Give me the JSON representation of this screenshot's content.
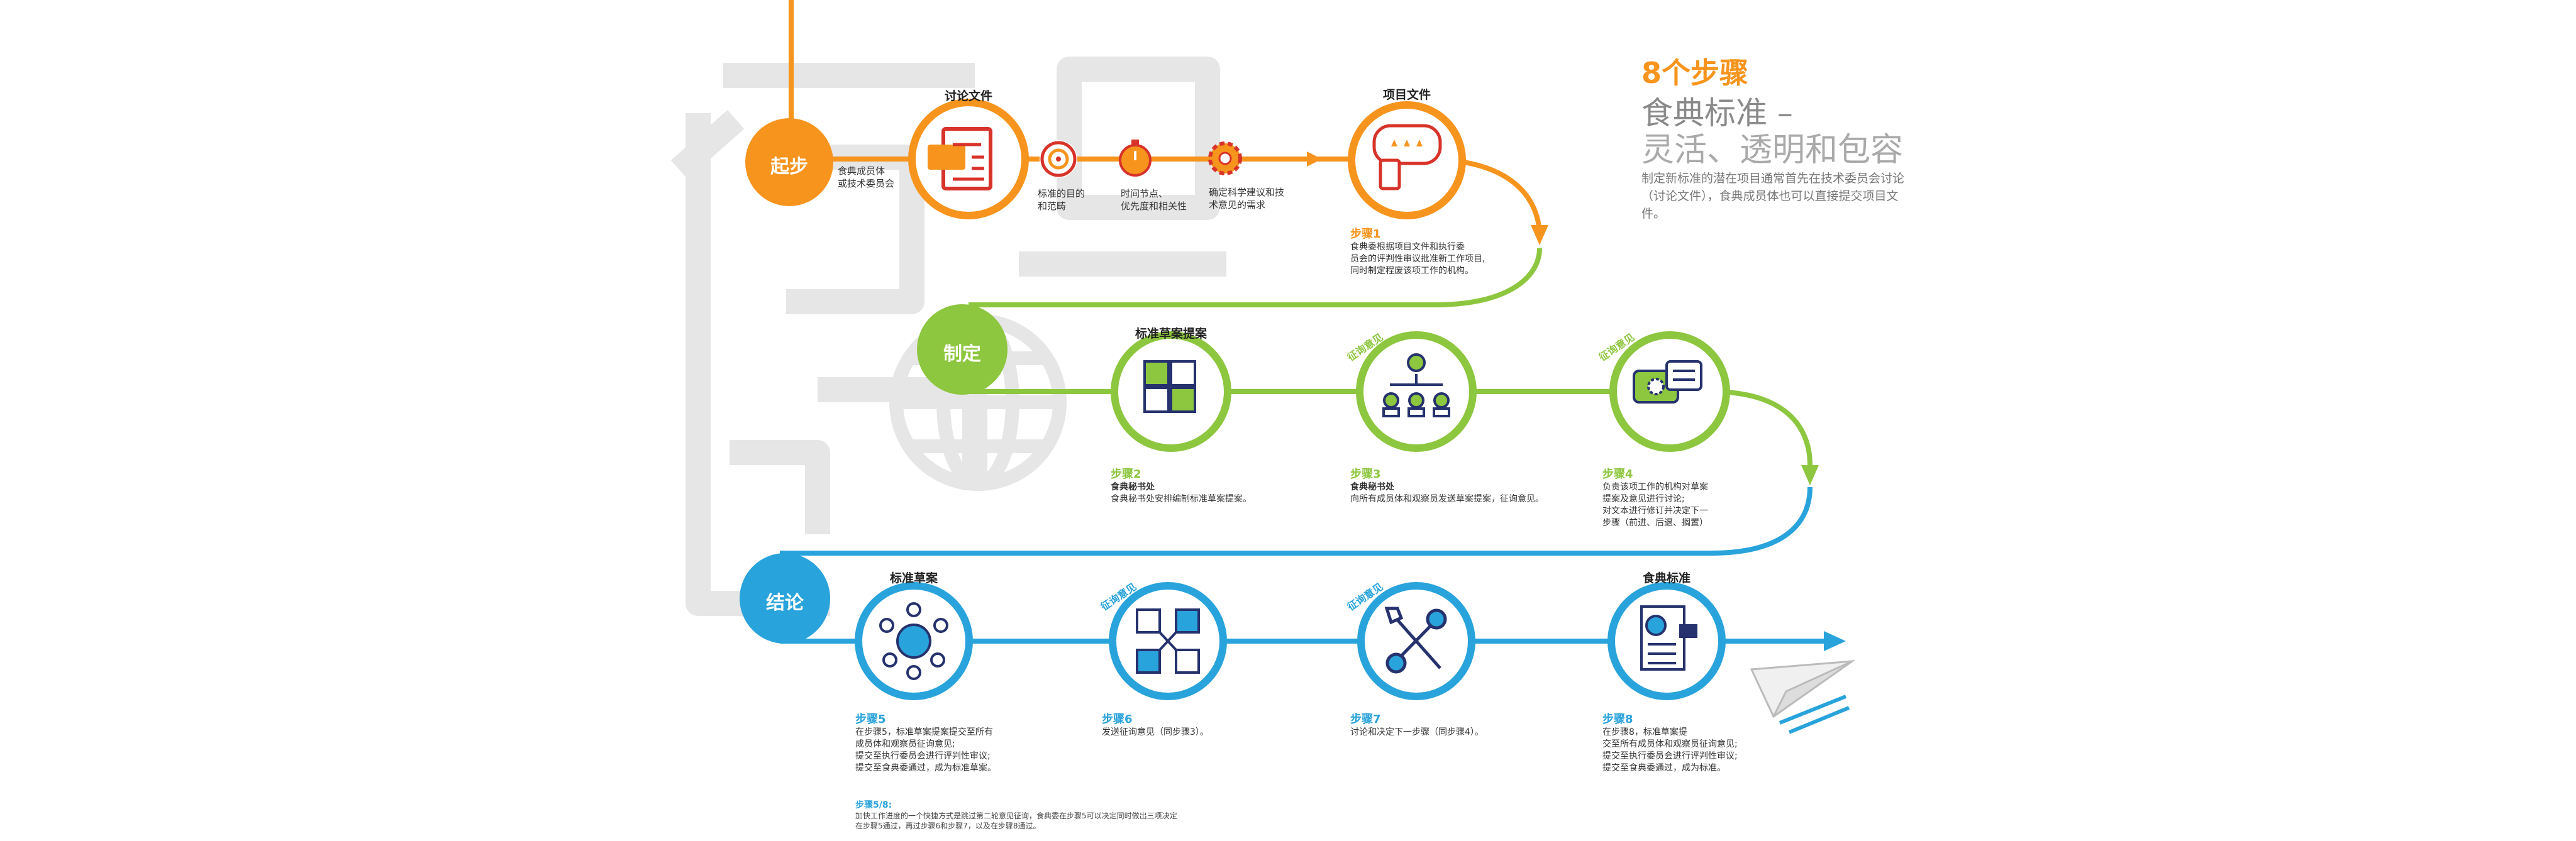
{
  "header": {
    "count": "8个步骤",
    "title": "食典标准 –",
    "subtitle": "灵活、透明和包容",
    "description": "制定新标准的潜在项目通常首先在技术委员会讨论（讨论文件），食典成员体也可以直接提交项目文件。"
  },
  "stages": {
    "start": "起步",
    "develop": "制定",
    "conclude": "结论"
  },
  "row1": {
    "origin_label": [
      "食典成员体",
      "或技术委员会"
    ],
    "discussion_title": "讨论文件",
    "target_label": [
      "标准的目的",
      "和范畴"
    ],
    "timer_label": [
      "时间节点、",
      "优先度和相关性"
    ],
    "gear_label": [
      "确定科学建议和技",
      "术意见的需求"
    ],
    "project_title": "项目文件"
  },
  "steps": {
    "s1": {
      "head": "步骤1",
      "lines": [
        "食典委根据项目文件和执行委",
        "员会的评判性审议批准新工作项目,",
        "同时制定程废该项工作的机构。"
      ]
    },
    "s2": {
      "tag": "标准草案提案",
      "head": "步骤2",
      "lines": [
        "食典秘书处",
        "食典秘书处安排编制标准草案提案。"
      ]
    },
    "s3": {
      "tag": "征询意见",
      "head": "步骤3",
      "lines": [
        "食典秘书处",
        "向所有成员体和观察员发送草案提案，征询意见。"
      ]
    },
    "s4": {
      "tag": "征询意见",
      "head": "步骤4",
      "lines": [
        "负责该项工作的机构对草案",
        "提案及意见进行讨论;",
        "对文本进行修订并决定下一",
        "步骤（前进、后退、搁置）"
      ]
    },
    "s5": {
      "tag": "标准草案",
      "head": "步骤5",
      "lines": [
        "在步骤5，标准草案提案提交至所有",
        "成员体和观察员征询意见;",
        "提交至执行委员会进行评判性审议;",
        "提交至食典委通过，成为标准草案。"
      ]
    },
    "s6": {
      "tag": "征询意见",
      "head": "步骤6",
      "lines": [
        "发送征询意见（同步骤3）。"
      ]
    },
    "s7": {
      "tag": "征询意见",
      "head": "步骤7",
      "lines": [
        "讨论和决定下一步骤（同步骤4）。"
      ]
    },
    "s8": {
      "tag": "食典标准",
      "head": "步骤8",
      "lines": [
        "在步骤8，标准草案提",
        "交至所有成员体和观察员征询意见;",
        "提交至执行委员会进行评判性审议;",
        "提交至食典委通过，成为标准。"
      ]
    }
  },
  "footnote": {
    "head": "步骤5/8:",
    "lines": [
      "加快工作进度的一个快捷方式是跳过第二轮意见征询，食典委在步骤5可以决定同时做出三项决定",
      "在步骤5通过，再过步骤6和步骤7，以及在步骤8通过。"
    ]
  },
  "colors": {
    "orange": "#f7941d",
    "green": "#8dc63f",
    "blue": "#29a3db",
    "red": "#d8332a",
    "navy": "#26326e",
    "watermark": "#e6e6e6"
  },
  "icons": [
    "document-icon",
    "target-icon",
    "stopwatch-icon",
    "gear-icon",
    "feedback-icon",
    "puzzle-icon",
    "org-chart-icon",
    "discussion-icon",
    "meeting-icon",
    "exchange-icon",
    "tools-icon",
    "certificate-icon",
    "paper-plane-icon",
    "globe-icon"
  ]
}
